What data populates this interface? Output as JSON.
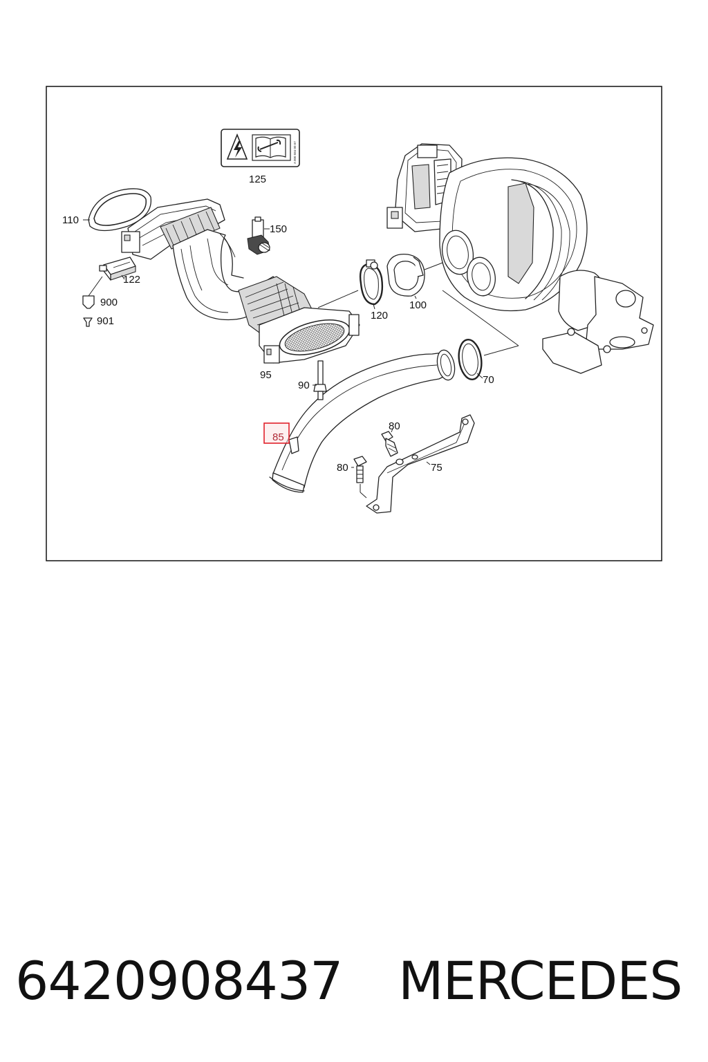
{
  "callouts": {
    "c125": "125",
    "c110": "110",
    "c150": "150",
    "c122": "122",
    "c900": "900",
    "c901": "901",
    "c120": "120",
    "c100": "100",
    "c95": "95",
    "c90": "90",
    "c70": "70",
    "c85": "85",
    "c80a": "80",
    "c80b": "80",
    "c75": "75"
  },
  "highlighted_part": "85",
  "highlight_color": "#e0202a",
  "warning_label_code": "A 000 584 00 67",
  "footer": {
    "part_number": "6420908437",
    "brand": "MERCEDES"
  },
  "icons": [
    "high-voltage-warning-icon",
    "workshop-manual-icon"
  ]
}
